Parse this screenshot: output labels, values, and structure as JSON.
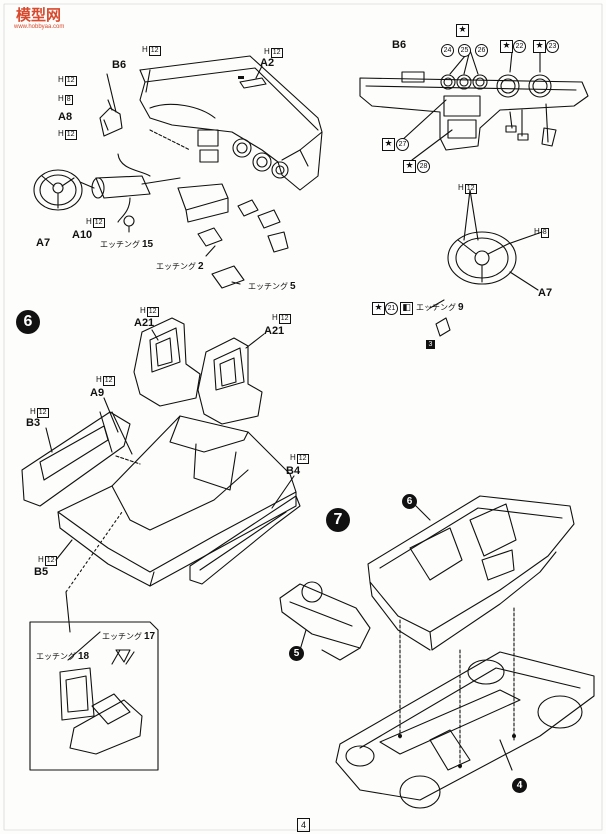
{
  "watermark": {
    "text": "模型网",
    "url": "www.hobbyaa.com"
  },
  "page_number": "4",
  "step5": {
    "labels": {
      "b6": "B6",
      "a2": "A2",
      "a8": "A8",
      "a7": "A7",
      "a10": "A10"
    },
    "h12": "H",
    "h12_box": "12",
    "h8_box": "8",
    "etch15": {
      "text": "エッチング",
      "num": "15"
    },
    "etch2": {
      "text": "エッチング",
      "num": "2"
    },
    "etch5": {
      "text": "エッチング",
      "num": "5"
    }
  },
  "detail_top_right": {
    "b6": "B6",
    "n24": "24",
    "n25": "25",
    "n26": "26",
    "n22": "22",
    "n23": "23",
    "n27": "27",
    "n28": "28",
    "star": "★",
    "h12": "H",
    "h12_box": "12",
    "h8_box": "8",
    "a7": "A7",
    "n21": "21",
    "etch9": {
      "text": "エッチング",
      "num": "9"
    },
    "sq3": "3"
  },
  "step6": {
    "step_number": "6",
    "labels": {
      "a21_left": "A21",
      "a21_right": "A21",
      "a9": "A9",
      "b3": "B3",
      "b4": "B4",
      "b5": "B5"
    },
    "h12": "H",
    "h12_box": "12",
    "etch17": {
      "text": "エッチング",
      "num": "17"
    },
    "etch18": {
      "text": "エッチング",
      "num": "18"
    }
  },
  "step7": {
    "step_number": "7",
    "ref6": "6",
    "ref5": "5",
    "ref4": "4"
  }
}
